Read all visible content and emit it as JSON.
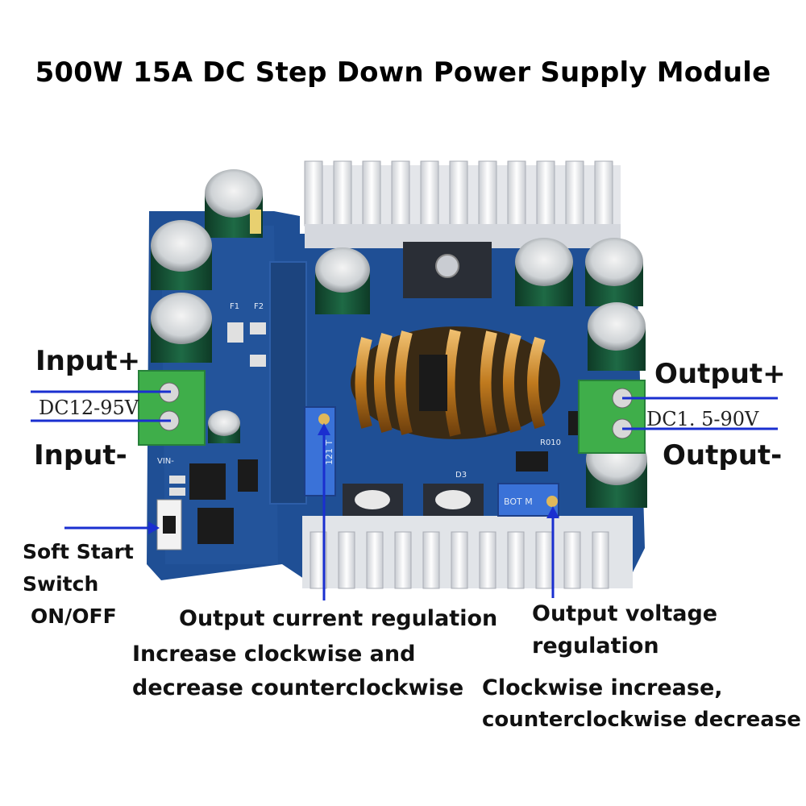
{
  "title": "500W 15A DC Step Down Power Supply Module",
  "labels": {
    "input_plus": "Input+",
    "input_range": "DC12-95V",
    "input_minus": "Input-",
    "output_plus": "Output+",
    "output_range": "DC1. 5-90V",
    "output_minus": "Output-",
    "soft_start_line1": "Soft Start",
    "soft_start_line2": "Switch",
    "soft_start_line3": "ON/OFF",
    "current_reg_title": "Output current regulation",
    "current_reg_desc1": "Increase clockwise and",
    "current_reg_desc2": "decrease counterclockwise",
    "voltage_reg_title1": "Output voltage",
    "voltage_reg_title2": "regulation",
    "voltage_reg_desc1": "Clockwise increase,",
    "voltage_reg_desc2": "counterclockwise decrease"
  },
  "board_markings": {
    "pot_current": "121 T",
    "pot_voltage": "BOT M",
    "vin": "VIN-",
    "f1": "F1",
    "f2": "F2",
    "d3": "D3",
    "r010": "R010"
  },
  "colors": {
    "pcb": "#1f4f95",
    "arrow": "#1a2fd0",
    "heatsink": "#e8eaee",
    "terminal": "#3fae4a",
    "coil": "#c8862a"
  }
}
